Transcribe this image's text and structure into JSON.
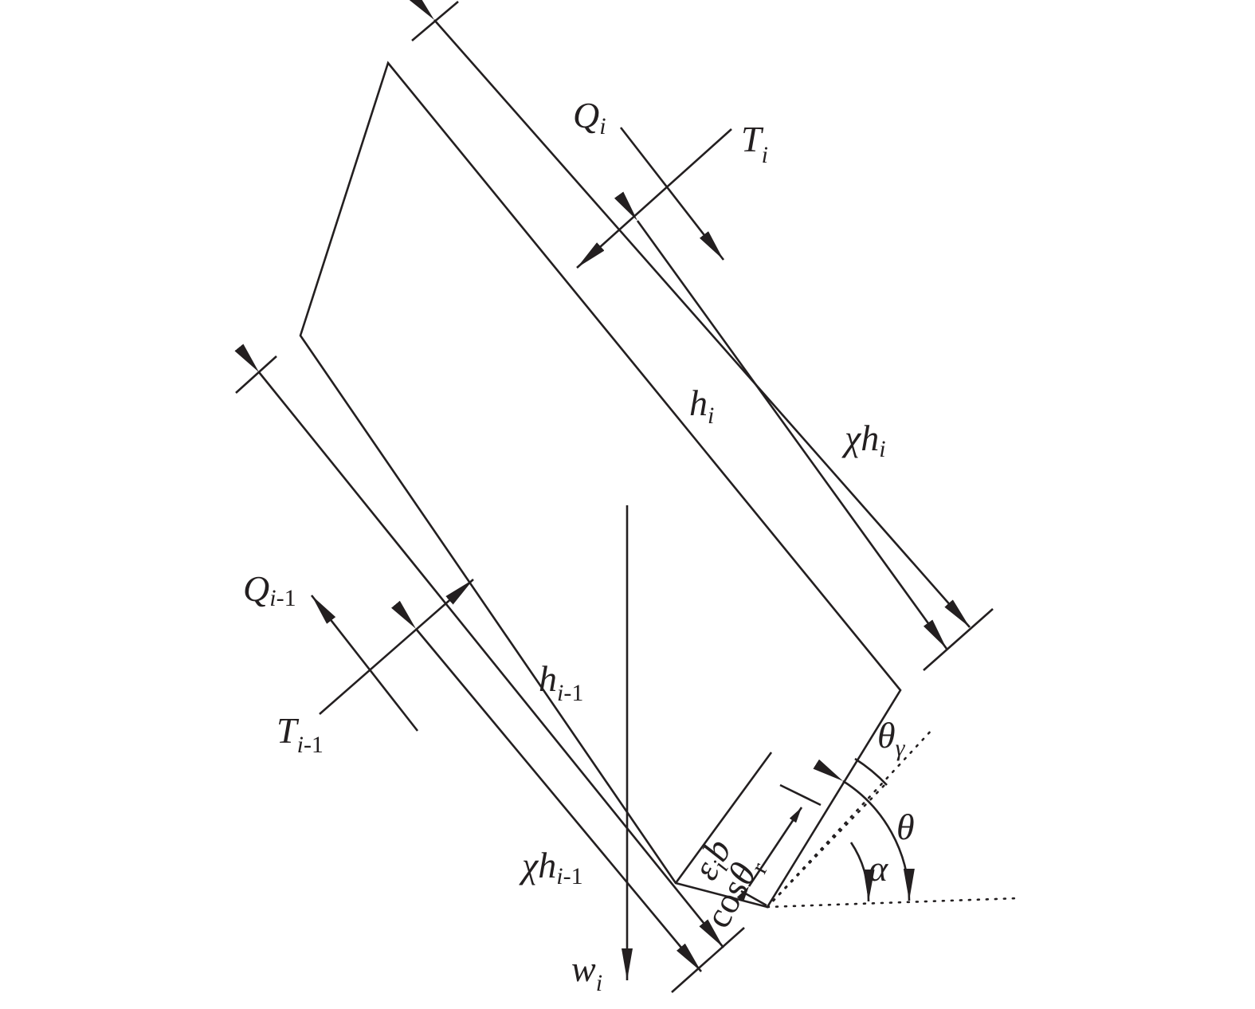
{
  "labels": {
    "q_i": {
      "main": "Q",
      "sub": "i"
    },
    "t_i": {
      "main": "T",
      "sub": "i"
    },
    "h_i": {
      "main": "h",
      "sub": "i"
    },
    "chi_h_i": {
      "main": "χh",
      "sub": "i"
    },
    "q_i_minus_1": {
      "main": "Q",
      "sub": "i",
      "sub_rest": "-1"
    },
    "t_i_minus_1": {
      "main": "T",
      "sub": "i",
      "sub_rest": "-1"
    },
    "h_i_minus_1": {
      "main": "h",
      "sub": "i",
      "sub_rest": "-1"
    },
    "chi_h_i_minus_1": {
      "main": "χh",
      "sub": "i",
      "sub_rest": "-1"
    },
    "w_i": {
      "main": "w",
      "sub": "i"
    },
    "theta_gamma": {
      "main": "θ",
      "sub": "γ"
    },
    "theta": "θ",
    "alpha": "α",
    "base_width": {
      "a": "ε",
      "a_sub": "i",
      "b": "b",
      "cos": "cos",
      "theta": "θ",
      "theta_sub": "r"
    }
  },
  "colors": {
    "ink": "#231f20",
    "background": "#ffffff"
  }
}
